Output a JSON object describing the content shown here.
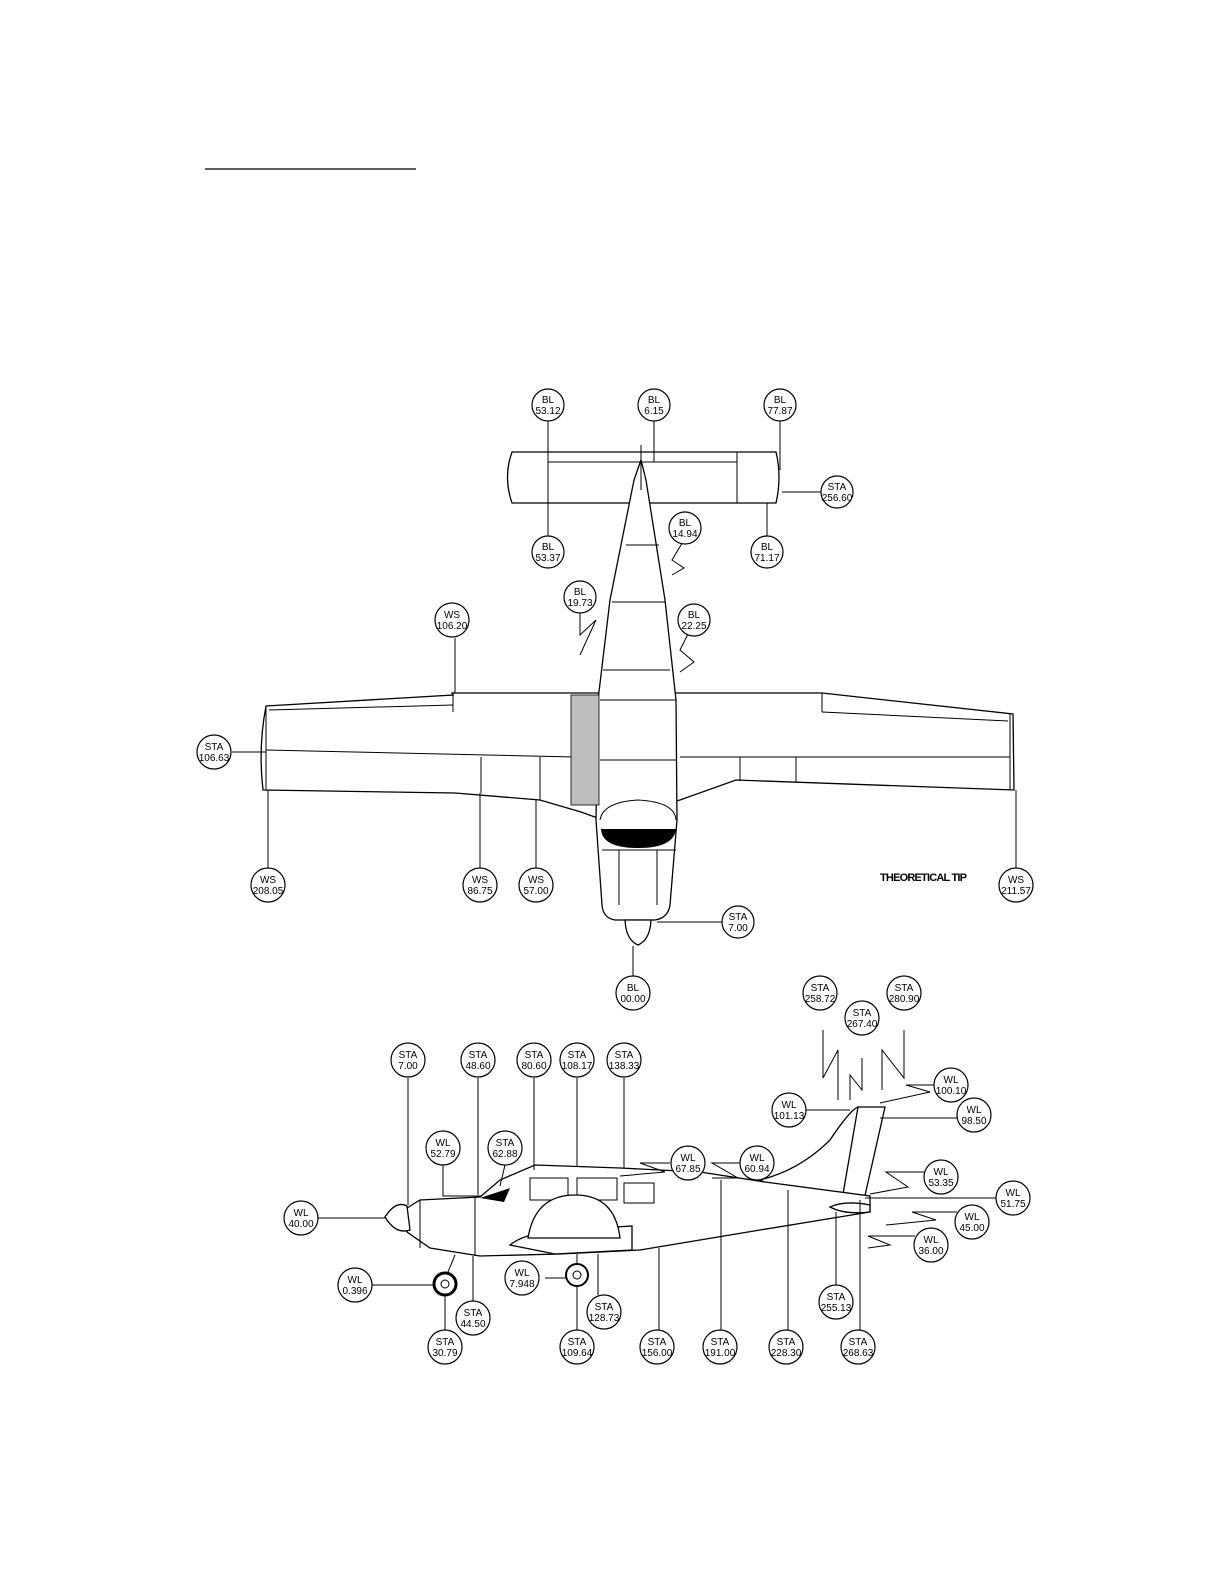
{
  "labels": {
    "bl_53_12": [
      "BL",
      "53.12"
    ],
    "bl_6_15": [
      "BL",
      "6.15"
    ],
    "bl_77_87": [
      "BL",
      "77.87"
    ],
    "sta_256_60": [
      "STA",
      "256.60"
    ],
    "bl_53_37": [
      "BL",
      "53.37"
    ],
    "bl_14_94": [
      "BL",
      "14.94"
    ],
    "bl_71_17": [
      "BL",
      "71.17"
    ],
    "bl_19_73": [
      "BL",
      "19.73"
    ],
    "bl_22_25": [
      "BL",
      "22.25"
    ],
    "ws_106_20": [
      "WS",
      "106.20"
    ],
    "sta_106_63": [
      "STA",
      "106.63"
    ],
    "ws_208_05": [
      "WS",
      "208.05"
    ],
    "ws_86_75": [
      "WS",
      "86.75"
    ],
    "ws_57_00": [
      "WS",
      "57.00"
    ],
    "ws_211_57": [
      "WS",
      "211.57"
    ],
    "sta_7_00_top": [
      "STA",
      "7.00"
    ],
    "bl_00_00": [
      "BL",
      "00.00"
    ],
    "sta_258_72": [
      "STA",
      "258.72"
    ],
    "sta_267_40": [
      "STA",
      "267.40"
    ],
    "sta_280_90": [
      "STA",
      "280.90"
    ],
    "wl_100_10": [
      "WL",
      "100.10"
    ],
    "wl_101_13": [
      "WL",
      "101.13"
    ],
    "wl_98_50": [
      "WL",
      "98.50"
    ],
    "sta_7_00_side": [
      "STA",
      "7.00"
    ],
    "sta_48_60": [
      "STA",
      "48.60"
    ],
    "sta_80_60": [
      "STA",
      "80.60"
    ],
    "sta_108_17": [
      "STA",
      "108.17"
    ],
    "sta_138_33": [
      "STA",
      "138.33"
    ],
    "wl_52_79": [
      "WL",
      "52.79"
    ],
    "sta_62_88": [
      "STA",
      "62.88"
    ],
    "wl_67_85": [
      "WL",
      "67.85"
    ],
    "wl_60_94": [
      "WL",
      "60.94"
    ],
    "wl_53_35": [
      "WL",
      "53.35"
    ],
    "wl_51_75": [
      "WL",
      "51.75"
    ],
    "wl_40_00": [
      "WL",
      "40.00"
    ],
    "wl_45_00": [
      "WL",
      "45.00"
    ],
    "wl_36_00": [
      "WL",
      "36.00"
    ],
    "wl_0_396": [
      "WL",
      "0.396"
    ],
    "wl_7_948": [
      "WL",
      "7.948"
    ],
    "sta_44_50": [
      "STA",
      "44.50"
    ],
    "sta_128_73": [
      "STA",
      "128.73"
    ],
    "sta_255_13": [
      "STA",
      "255.13"
    ],
    "sta_30_79": [
      "STA",
      "30.79"
    ],
    "sta_109_64": [
      "STA",
      "109.64"
    ],
    "sta_156_00": [
      "STA",
      "156.00"
    ],
    "sta_191_00": [
      "STA",
      "191.00"
    ],
    "sta_228_30": [
      "STA",
      "228.30"
    ],
    "sta_268_63": [
      "STA",
      "268.63"
    ]
  },
  "theoretical_tip": "THEORETICAL TIP"
}
